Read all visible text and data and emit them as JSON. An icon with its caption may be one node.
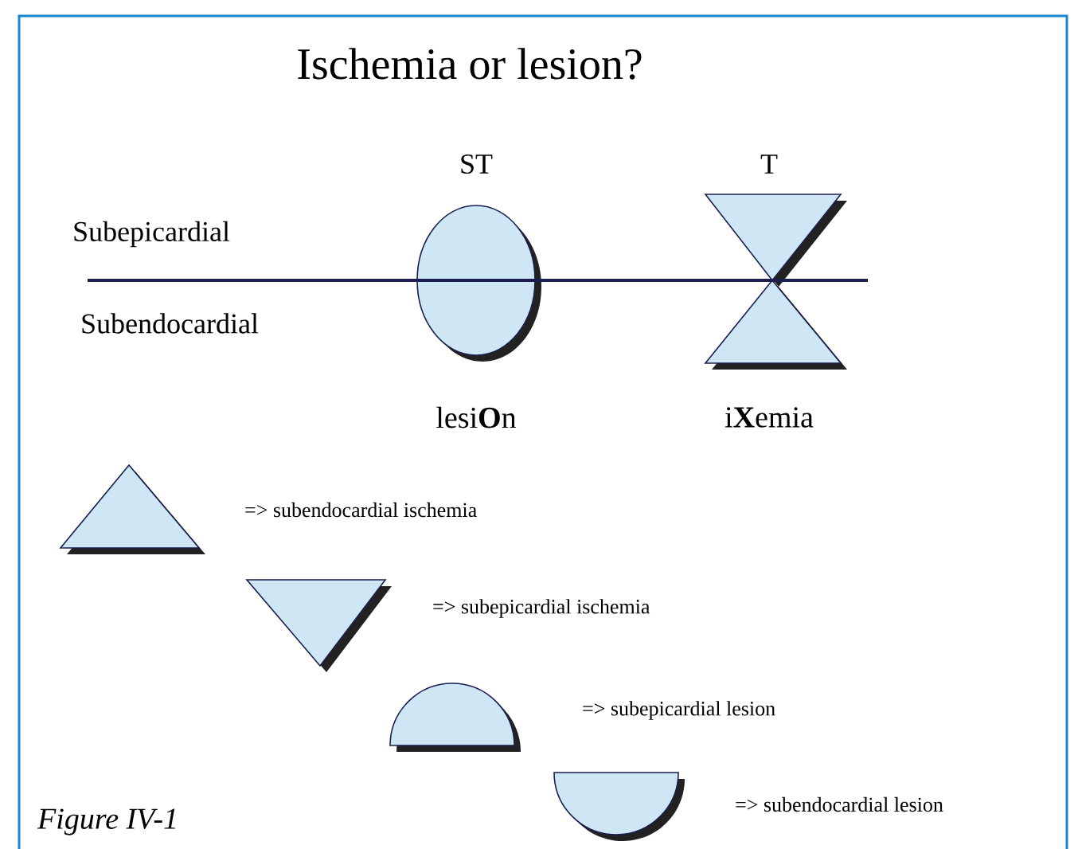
{
  "diagram": {
    "title": "Ischemia or lesion?",
    "caption": "Figure IV-1",
    "labels": [
      "ST",
      "T",
      "Subepicardial",
      "Subendocardial",
      "lesi**O**n",
      "i**X**emia"
    ],
    "legend": [
      {
        "text": "=> subendocardial ischemia"
      },
      {
        "text": "=> subepicardial ischemia"
      },
      {
        "text": "=> subepicardial lesion"
      },
      {
        "text": "=> subendocardial lesion"
      }
    ]
  }
}
